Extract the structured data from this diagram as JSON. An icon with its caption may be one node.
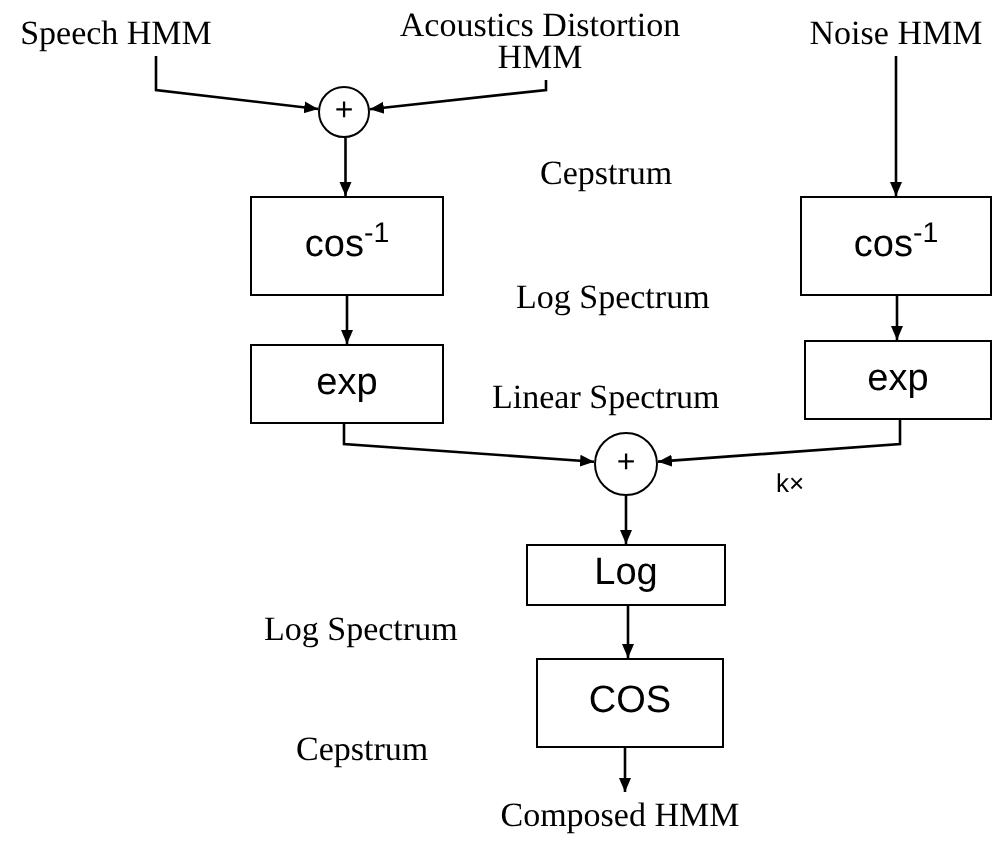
{
  "diagram": {
    "nodes": [
      {
        "text": [
          "Speech HMM"
        ]
      },
      {
        "text": [
          "Acoustics Distortion HMM"
        ]
      },
      {
        "text": [
          "Noise HMM"
        ]
      },
      {
        "text": [
          "+"
        ]
      },
      {
        "text": [
          "cos$^{-1}$"
        ]
      },
      {
        "text": [
          "exp"
        ]
      },
      {
        "text": [
          "cos$^{-1}$"
        ]
      },
      {
        "text": [
          "exp"
        ]
      },
      {
        "text": [
          "+"
        ]
      },
      {
        "text": [
          "Log"
        ]
      },
      {
        "text": [
          "COS"
        ]
      },
      {
        "text": [
          "Composed HMM"
        ]
      }
    ],
    "edges": [
      {
        "from": 0,
        "to": 3,
        "arrow": "to"
      },
      {
        "from": 1,
        "to": 3,
        "arrow": "to"
      },
      {
        "from": 2,
        "to": 6,
        "arrow": "to"
      },
      {
        "from": 3,
        "to": 4,
        "arrow": "to"
      },
      {
        "from": 4,
        "to": 5,
        "arrow": "to"
      },
      {
        "from": 6,
        "to": 7,
        "arrow": "to"
      },
      {
        "from": 5,
        "to": 8,
        "arrow": "to"
      },
      {
        "from": 7,
        "to": 8,
        "arrow": "to"
      },
      {
        "from": 8,
        "to": 9,
        "arrow": "to"
      },
      {
        "from": 9,
        "to": 10,
        "arrow": "to"
      },
      {
        "from": 10,
        "to": 11,
        "arrow": "to"
      }
    ],
    "labels": [
      "Cepstrum",
      "Log Spectrum",
      "Linear Spectrum",
      "k×",
      "Log Spectrum",
      "Cepstrum"
    ]
  }
}
